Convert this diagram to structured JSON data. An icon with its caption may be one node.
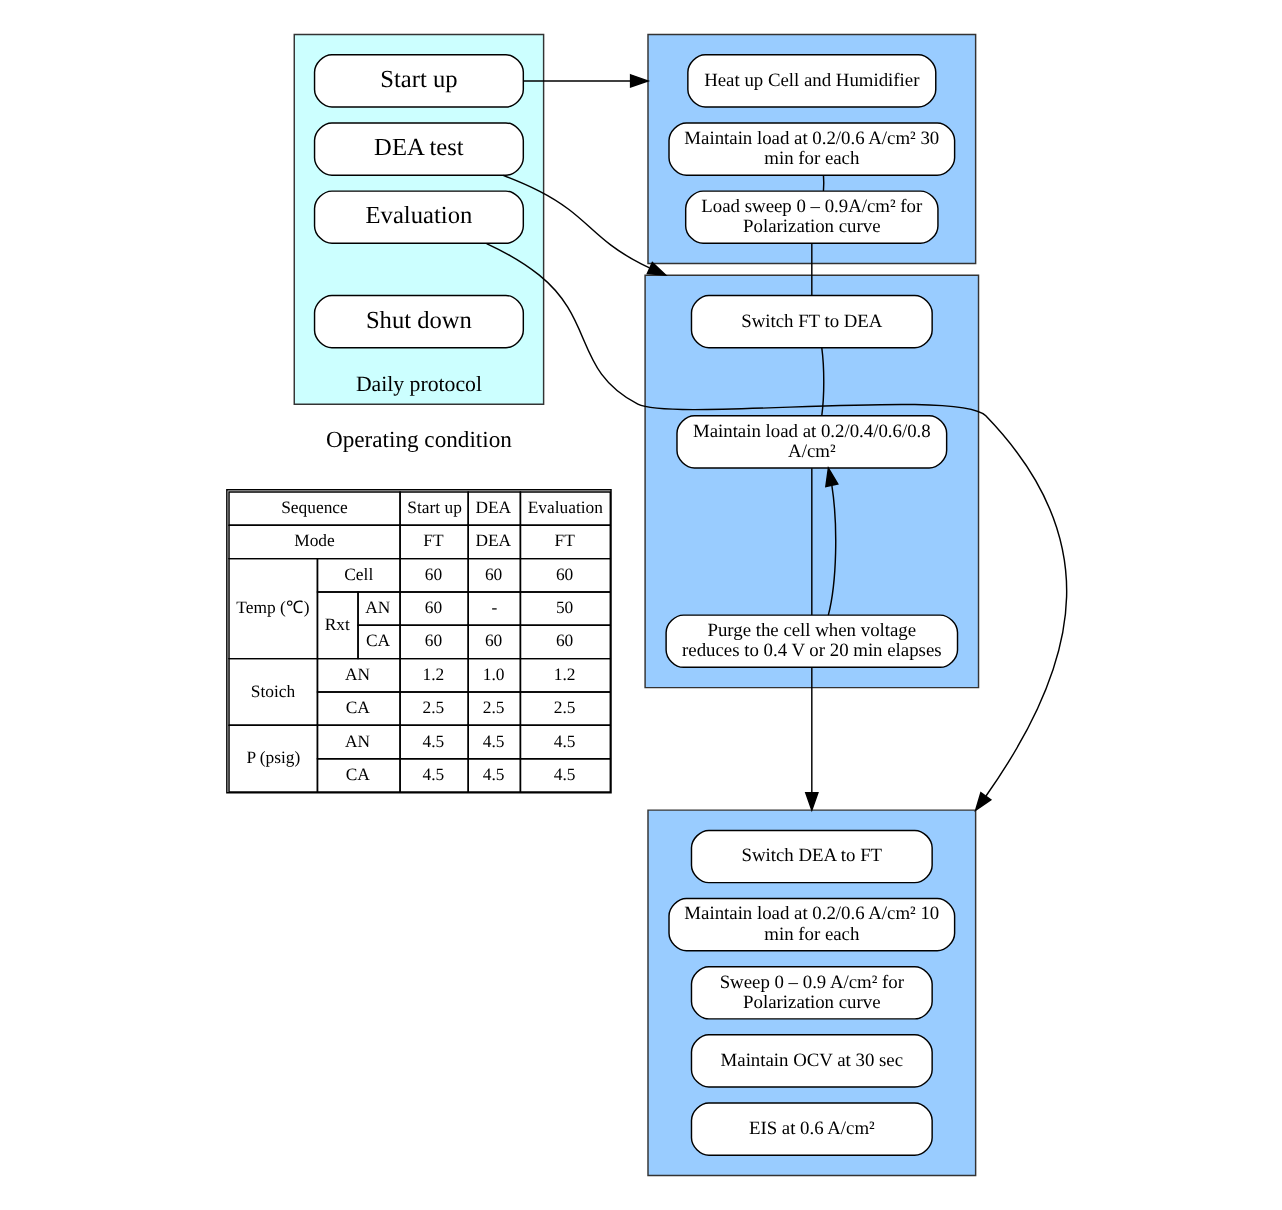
{
  "diagram": {
    "nodes": [
      {
        "text": [
          "Daily protocol"
        ]
      },
      {
        "text": [
          "Start up"
        ],
        "in": 0
      },
      {
        "text": [
          "DEA test"
        ],
        "in": 0
      },
      {
        "text": [
          "Evaluation"
        ],
        "in": 0
      },
      {
        "text": [
          "Shut down"
        ],
        "in": 0
      },
      {
        "text": [],
        "shape": "box"
      },
      {
        "text": [
          "Heat up Cell and Humidifier"
        ],
        "in": 5
      },
      {
        "text": [
          "Maintain load at 0.2/0.6 A/cm² 30 min for each"
        ],
        "in": 5
      },
      {
        "text": [
          "Load sweep 0 – 0.9A/cm² for Polarization curve"
        ],
        "in": 5
      },
      {
        "text": [],
        "shape": "box"
      },
      {
        "text": [
          "Switch FT to DEA"
        ],
        "in": 9
      },
      {
        "text": [
          "Maintain load at 0.2/0.4/0.6/0.8 A/cm²"
        ],
        "in": 9
      },
      {
        "text": [
          "Purge the cell when voltage reduces to 0.4 V or 20 min elapses"
        ],
        "in": 9
      },
      {
        "text": [],
        "shape": "box"
      },
      {
        "text": [
          "Switch DEA to FT"
        ],
        "in": 13
      },
      {
        "text": [
          "Maintain load at 0.2/0.6 A/cm² 10 min for each"
        ],
        "in": 13
      },
      {
        "text": [
          "Sweep 0 – 0.9 A/cm² for Polarization curve"
        ],
        "in": 13
      },
      {
        "text": [
          "Maintain OCV at 30 sec"
        ],
        "in": 13
      },
      {
        "text": [
          "EIS at 0.6 A/cm²"
        ],
        "in": 13
      }
    ],
    "edges": [
      {
        "from": 1,
        "to": 5,
        "arrow": "to"
      },
      {
        "from": 2,
        "to": 9,
        "arrow": "to"
      },
      {
        "from": 3,
        "to": 13,
        "arrow": "to"
      },
      {
        "from": 7,
        "to": 8,
        "arrow": "none"
      },
      {
        "from": 8,
        "to": 10,
        "arrow": "none"
      },
      {
        "from": 10,
        "to": 11,
        "arrow": "none"
      },
      {
        "from": 11,
        "to": 12,
        "arrow": "none"
      },
      {
        "from": 12,
        "to": 11,
        "arrow": "to"
      },
      {
        "from": 12,
        "to": 13,
        "arrow": "to"
      }
    ],
    "labels": [
      "Operating condition",
      "Sequence",
      "Start up",
      "DEA",
      "Evaluation",
      "Mode",
      "FT",
      "DEA",
      "FT",
      "Temp (℃)",
      "Cell",
      "60",
      "60",
      "60",
      "Rxt",
      "AN",
      "60",
      "-",
      "50",
      "CA",
      "60",
      "60",
      "60",
      "Stoich",
      "AN",
      "1.2",
      "1.0",
      "1.2",
      "CA",
      "2.5",
      "2.5",
      "2.5",
      "P (psig)",
      "AN",
      "4.5",
      "4.5",
      "4.5",
      "CA",
      "4.5",
      "4.5",
      "4.5"
    ]
  }
}
